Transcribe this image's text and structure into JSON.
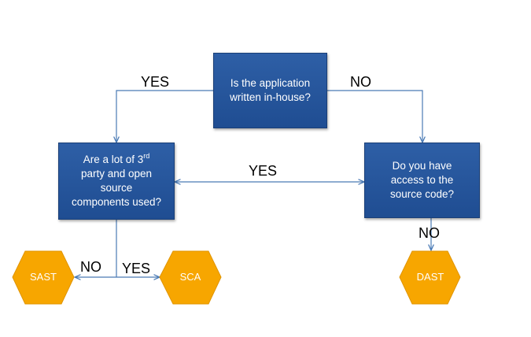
{
  "nodes": {
    "q_inhouse": {
      "line1": "Is the application",
      "line2": "written in-house?"
    },
    "q_thirdparty": {
      "line1_pre": "Are a lot of 3",
      "line1_sup": "rd",
      "line2": "party and open",
      "line3": "source",
      "line4": "components used?"
    },
    "q_source": {
      "line1": "Do you have",
      "line2": "access to the",
      "line3": "source code?"
    }
  },
  "outcomes": {
    "sast": "SAST",
    "sca": "SCA",
    "dast": "DAST"
  },
  "edge_labels": {
    "inhouse_yes": "YES",
    "inhouse_no": "NO",
    "middle_yes": "YES",
    "source_no": "NO",
    "thirdparty_no": "NO",
    "thirdparty_yes": "YES"
  },
  "colors": {
    "box_fill": "#2458a0",
    "box_border": "#1a3f77",
    "hex_fill": "#f7a600",
    "hex_border": "#e09400",
    "connector": "#4a7ab5"
  }
}
